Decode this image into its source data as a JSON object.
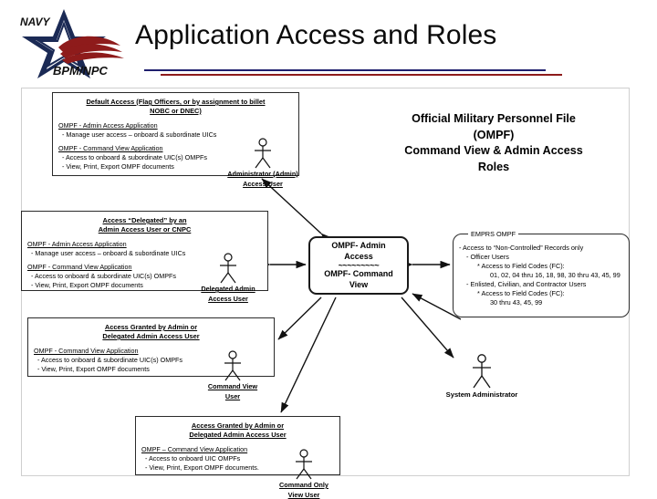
{
  "header": {
    "slide_title": "Application Access and Roles",
    "logo": {
      "name": "navy-bpm-npc-logo",
      "top_text": "NAVY",
      "bottom_text": "BPM/NPC",
      "star_color": "#1b2a55",
      "swoosh_color": "#8e1b1b"
    },
    "rule_blue_color": "#1f1f6e",
    "rule_red_color": "#8e1b1b"
  },
  "diagram": {
    "heading": "Official Military Personnel File\n(OMPF)\nCommand View & Admin Access\nRoles",
    "heading_lines": [
      "Official Military Personnel File",
      "(OMPF)",
      "Command View & Admin Access",
      "Roles"
    ],
    "center": {
      "line1": "OMPF- Admin",
      "line2": "Access",
      "separator": "~~~~~~~~~",
      "line3": "OMPF- Command",
      "line4": "View"
    },
    "boxes": [
      {
        "id": "admin",
        "title_lines": [
          "Default Access (Flag Officers, or by assignment to billet",
          "NOBC or DNEC)"
        ],
        "sections": [
          {
            "head": "OMPF - Admin Access Application",
            "items": [
              "- Manage user access – onboard & subordinate UICs"
            ]
          },
          {
            "head": "OMPF - Command View Application",
            "items": [
              "- Access to onboard & subordinate UIC(s) OMPFs",
              "- View, Print, Export OMPF documents"
            ]
          }
        ],
        "actor_lines": [
          "Administrator (Admin)",
          "Access User"
        ]
      },
      {
        "id": "delegated",
        "title_lines": [
          "Access “Delegated” by an",
          "Admin Access User or CNPC"
        ],
        "sections": [
          {
            "head": "OMPF - Admin Access Application",
            "items": [
              "- Manage user access – onboard & subordinate UICs"
            ]
          },
          {
            "head": "OMPF - Command View Application",
            "items": [
              "- Access to onboard & subordinate UIC(s) OMPFs",
              "- View, Print, Export OMPF documents"
            ]
          }
        ],
        "actor_lines": [
          "Delegated Admin",
          "Access User"
        ]
      },
      {
        "id": "cmdview",
        "title_lines": [
          "Access Granted by Admin or",
          "Delegated Admin Access User"
        ],
        "sections": [
          {
            "head": "OMPF - Command View Application",
            "items": [
              "- Access to onboard & subordinate UIC(s) OMPFs",
              "- View, Print, Export OMPF documents"
            ]
          }
        ],
        "actor_lines": [
          "Command View",
          "User"
        ]
      },
      {
        "id": "cmdonly",
        "title_lines": [
          "Access Granted by Admin or",
          "Delegated Admin Access User"
        ],
        "sections": [
          {
            "head": "OMPF – Command View Application",
            "items": [
              "- Access to onboard UIC OMPFs",
              "- View, Print, Export OMPF documents."
            ]
          }
        ],
        "actor_lines": [
          "Command Only",
          "View User"
        ]
      }
    ],
    "emprs": {
      "label": "EMPRS OMPF",
      "lines": [
        {
          "text": "- Access to “Non-Controlled” Records only",
          "indent": 0
        },
        {
          "text": "- Officer Users",
          "indent": 1
        },
        {
          "text": "* Access to Field Codes (FC):",
          "indent": 2
        },
        {
          "text": "01, 02, 04 thru 16, 18, 98, 30 thru 43, 45, 99",
          "indent": 3
        },
        {
          "text": "- Enlisted, Civilian, and Contractor Users",
          "indent": 1
        },
        {
          "text": "* Access to Field Codes (FC):",
          "indent": 2
        },
        {
          "text": "30 thru 43, 45, 99",
          "indent": 3
        }
      ]
    },
    "system_administrator": {
      "name": "System Administrator"
    }
  }
}
